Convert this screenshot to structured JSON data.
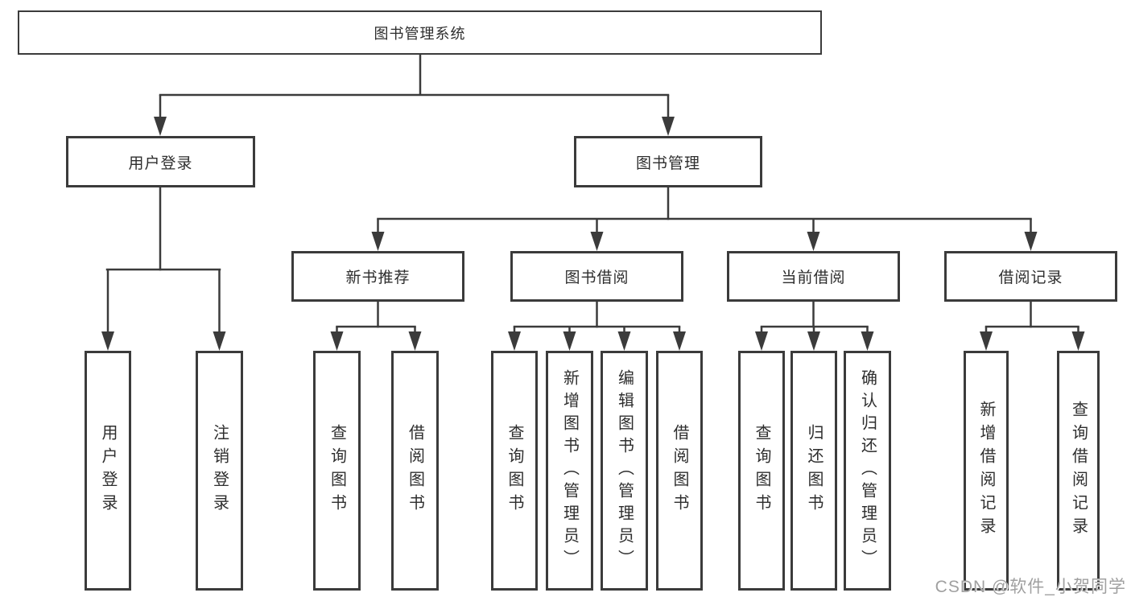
{
  "title": "图书管理系统",
  "watermark": "CSDN @软件_小贺同学",
  "colors": {
    "line": "#3b3b3b",
    "text": "#2e2e2e",
    "box_border": "#3b3b3b",
    "background": "#ffffff",
    "watermark": "#a0a0a0"
  },
  "nodes": {
    "root": {
      "label": "图书管理系统"
    },
    "level2": [
      {
        "label": "用户登录"
      },
      {
        "label": "图书管理"
      }
    ],
    "level3": [
      {
        "label": "新书推荐"
      },
      {
        "label": "图书借阅"
      },
      {
        "label": "当前借阅"
      },
      {
        "label": "借阅记录"
      }
    ],
    "leaves": {
      "user_login": [
        {
          "label": "用户登录"
        },
        {
          "label": "注销登录"
        }
      ],
      "new_book": [
        {
          "label": "查询图书"
        },
        {
          "label": "借阅图书"
        }
      ],
      "book_borrow": [
        {
          "label": "查询图书"
        },
        {
          "label": "新增图书（管理员）"
        },
        {
          "label": "编辑图书（管理员）"
        },
        {
          "label": "借阅图书"
        }
      ],
      "current_borrow": [
        {
          "label": "查询图书"
        },
        {
          "label": "归还图书"
        },
        {
          "label": "确认归还（管理员）"
        }
      ],
      "borrow_records": [
        {
          "label": "新增借阅记录"
        },
        {
          "label": "查询借阅记录"
        }
      ]
    }
  }
}
